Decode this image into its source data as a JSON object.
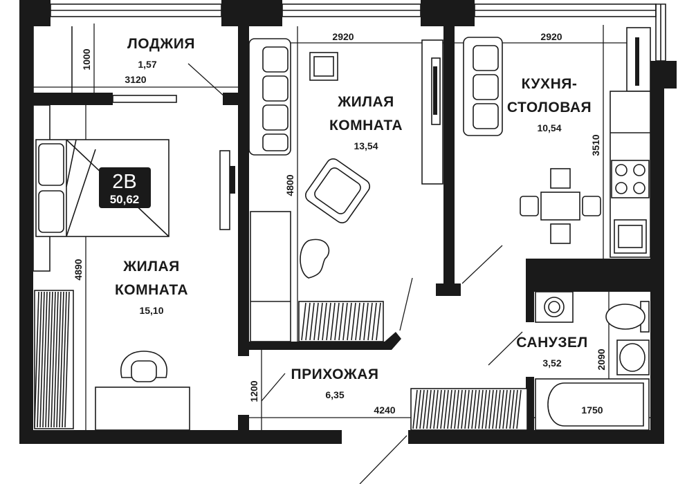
{
  "apartment": {
    "type": "2В",
    "total_area": "50,62",
    "colors": {
      "wall": "#1a1a1a",
      "badge_bg": "#1a1a1a",
      "badge_text": "#ffffff",
      "background": "#ffffff"
    }
  },
  "rooms": {
    "loggia": {
      "name": "ЛОДЖИЯ",
      "area": "1,57"
    },
    "living_left": {
      "name_line1": "ЖИЛАЯ",
      "name_line2": "КОМНАТА",
      "area": "15,10"
    },
    "living_center": {
      "name_line1": "ЖИЛАЯ",
      "name_line2": "КОМНАТА",
      "area": "13,54"
    },
    "kitchen": {
      "name_line1": "КУХНЯ-",
      "name_line2": "СТОЛОВАЯ",
      "area": "10,54"
    },
    "hallway": {
      "name": "ПРИХОЖАЯ",
      "area": "6,35"
    },
    "bathroom": {
      "name": "САНУЗЕЛ",
      "area": "3,52"
    }
  },
  "dimensions": {
    "loggia_height": "1000",
    "loggia_width": "3120",
    "living_center_width": "2920",
    "kitchen_width": "2920",
    "living_center_height": "4800",
    "kitchen_height": "3510",
    "living_left_height": "4890",
    "hallway_height": "1200",
    "hallway_width": "4240",
    "bathroom_height": "2090",
    "bathroom_width": "1750"
  }
}
